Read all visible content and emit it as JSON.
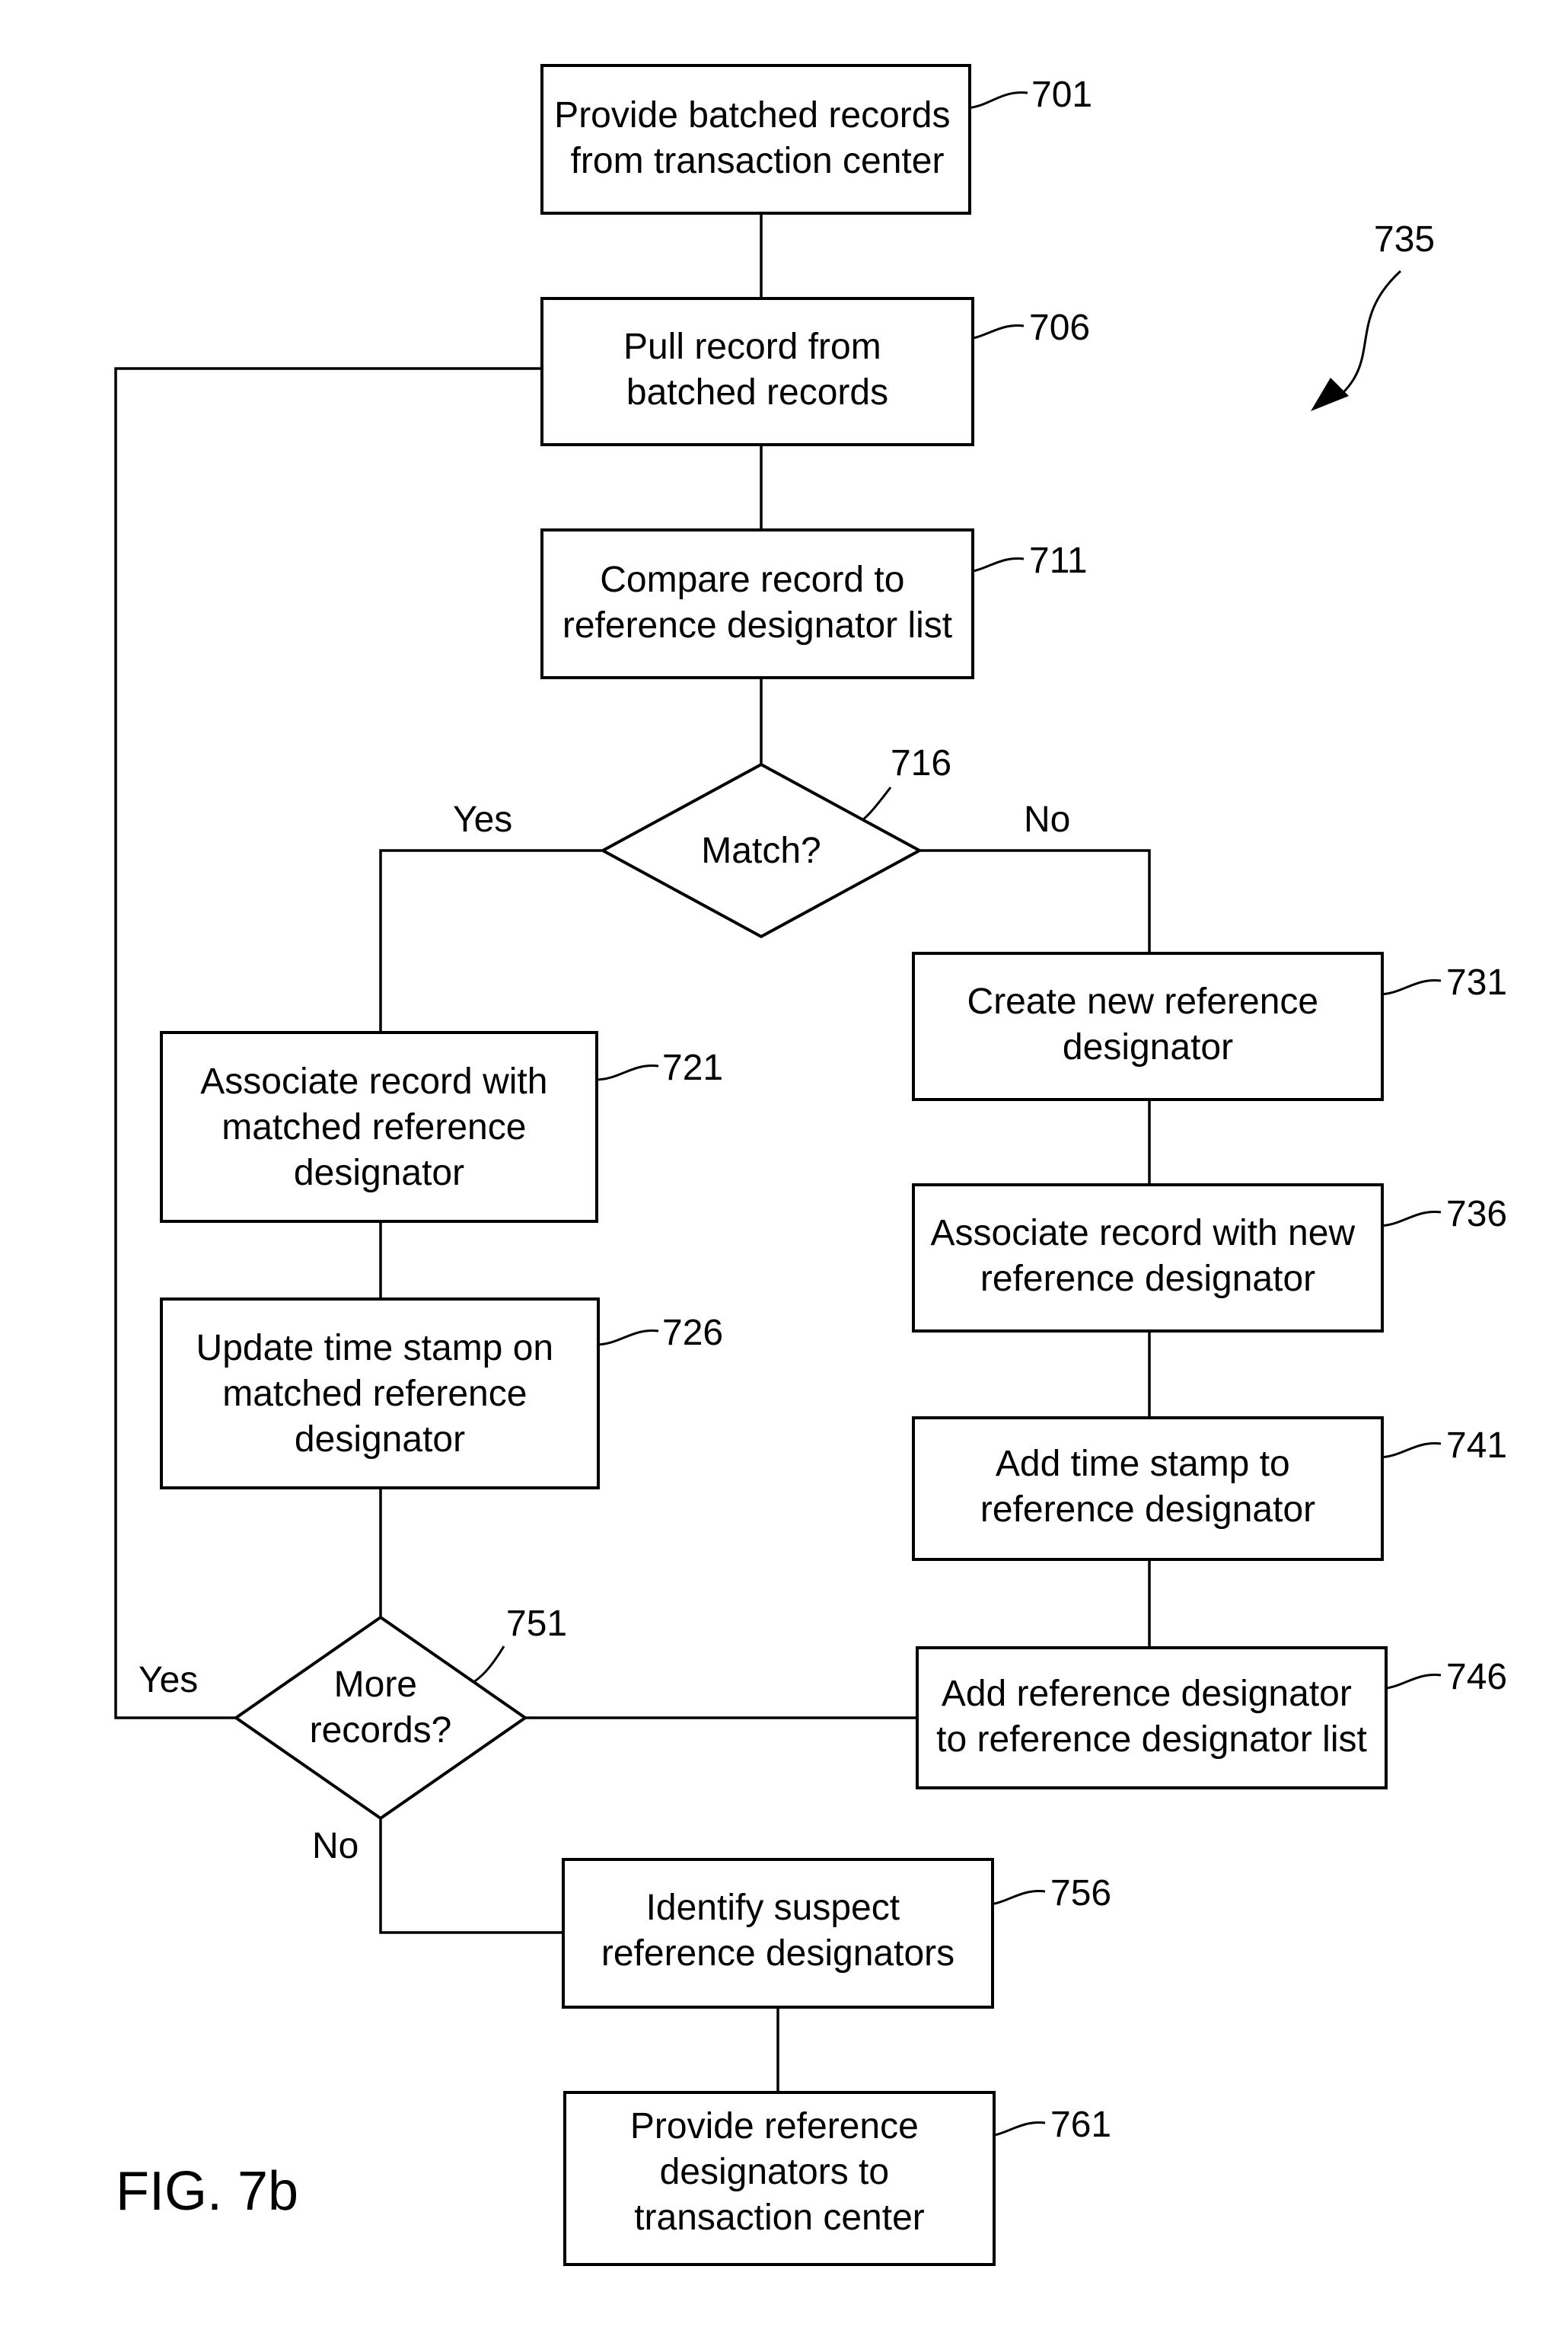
{
  "figure_label": "FIG. 7b",
  "overall_ref": "735",
  "nodes": {
    "n701": {
      "ref": "701",
      "lines": [
        "Provide batched records",
        "from transaction center"
      ]
    },
    "n706": {
      "ref": "706",
      "lines": [
        "Pull record from",
        "batched records"
      ]
    },
    "n711": {
      "ref": "711",
      "lines": [
        "Compare record to",
        "reference designator list"
      ]
    },
    "n716": {
      "ref": "716",
      "lines": [
        "Match?"
      ]
    },
    "n721": {
      "ref": "721",
      "lines": [
        "Associate record with",
        "matched reference",
        "designator"
      ]
    },
    "n726": {
      "ref": "726",
      "lines": [
        "Update time stamp on",
        "matched reference",
        "designator"
      ]
    },
    "n731": {
      "ref": "731",
      "lines": [
        "Create new reference",
        "designator"
      ]
    },
    "n736": {
      "ref": "736",
      "lines": [
        "Associate record with new",
        "reference designator"
      ]
    },
    "n741": {
      "ref": "741",
      "lines": [
        "Add time stamp to",
        "reference designator"
      ]
    },
    "n746": {
      "ref": "746",
      "lines": [
        "Add reference designator",
        "to reference designator list"
      ]
    },
    "n751": {
      "ref": "751",
      "lines": [
        "More",
        "records?"
      ]
    },
    "n756": {
      "ref": "756",
      "lines": [
        "Identify suspect",
        "reference designators"
      ]
    },
    "n761": {
      "ref": "761",
      "lines": [
        "Provide reference",
        "designators to",
        "transaction center"
      ]
    }
  },
  "edge_labels": {
    "match_yes": "Yes",
    "match_no": "No",
    "more_yes": "Yes",
    "more_no": "No"
  }
}
